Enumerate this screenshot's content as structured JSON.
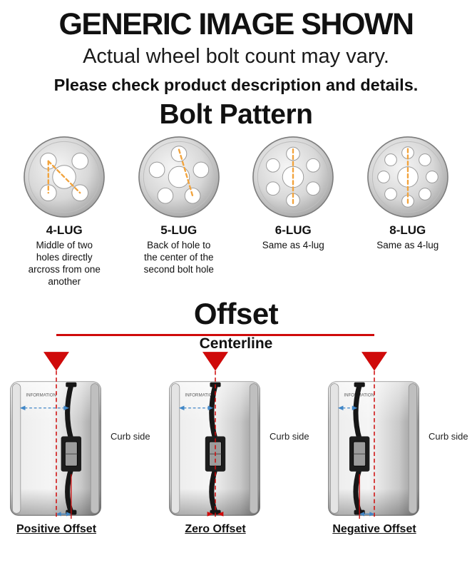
{
  "header": {
    "title": "GENERIC IMAGE SHOWN",
    "subtitle": "Actual wheel bolt count may vary.",
    "note": "Please check product description and details."
  },
  "bolt_pattern": {
    "title": "Bolt Pattern",
    "wheels": [
      {
        "label": "4-LUG",
        "lugs": 4,
        "description": "Middle of two holes directly arcross from one another"
      },
      {
        "label": "5-LUG",
        "lugs": 5,
        "description": "Back of hole to the center of the second bolt hole"
      },
      {
        "label": "6-LUG",
        "lugs": 6,
        "description": "Same as 4-lug"
      },
      {
        "label": "8-LUG",
        "lugs": 8,
        "description": "Same as 4-lug"
      }
    ]
  },
  "offset": {
    "title": "Offset",
    "centerline_label": "Centerline",
    "curb_label": "Curb side",
    "barrel_text": "INFORMATION",
    "wheels": [
      {
        "label": "Positive Offset",
        "type": "positive",
        "face_dx": 22
      },
      {
        "label": "Zero Offset",
        "type": "zero",
        "face_dx": 0
      },
      {
        "label": "Negative Offset",
        "type": "negative",
        "face_dx": -22
      }
    ]
  },
  "colors": {
    "red": "#cf0a0a",
    "orange_dash": "#f2a33c",
    "blue_arrow": "#4187c7"
  }
}
